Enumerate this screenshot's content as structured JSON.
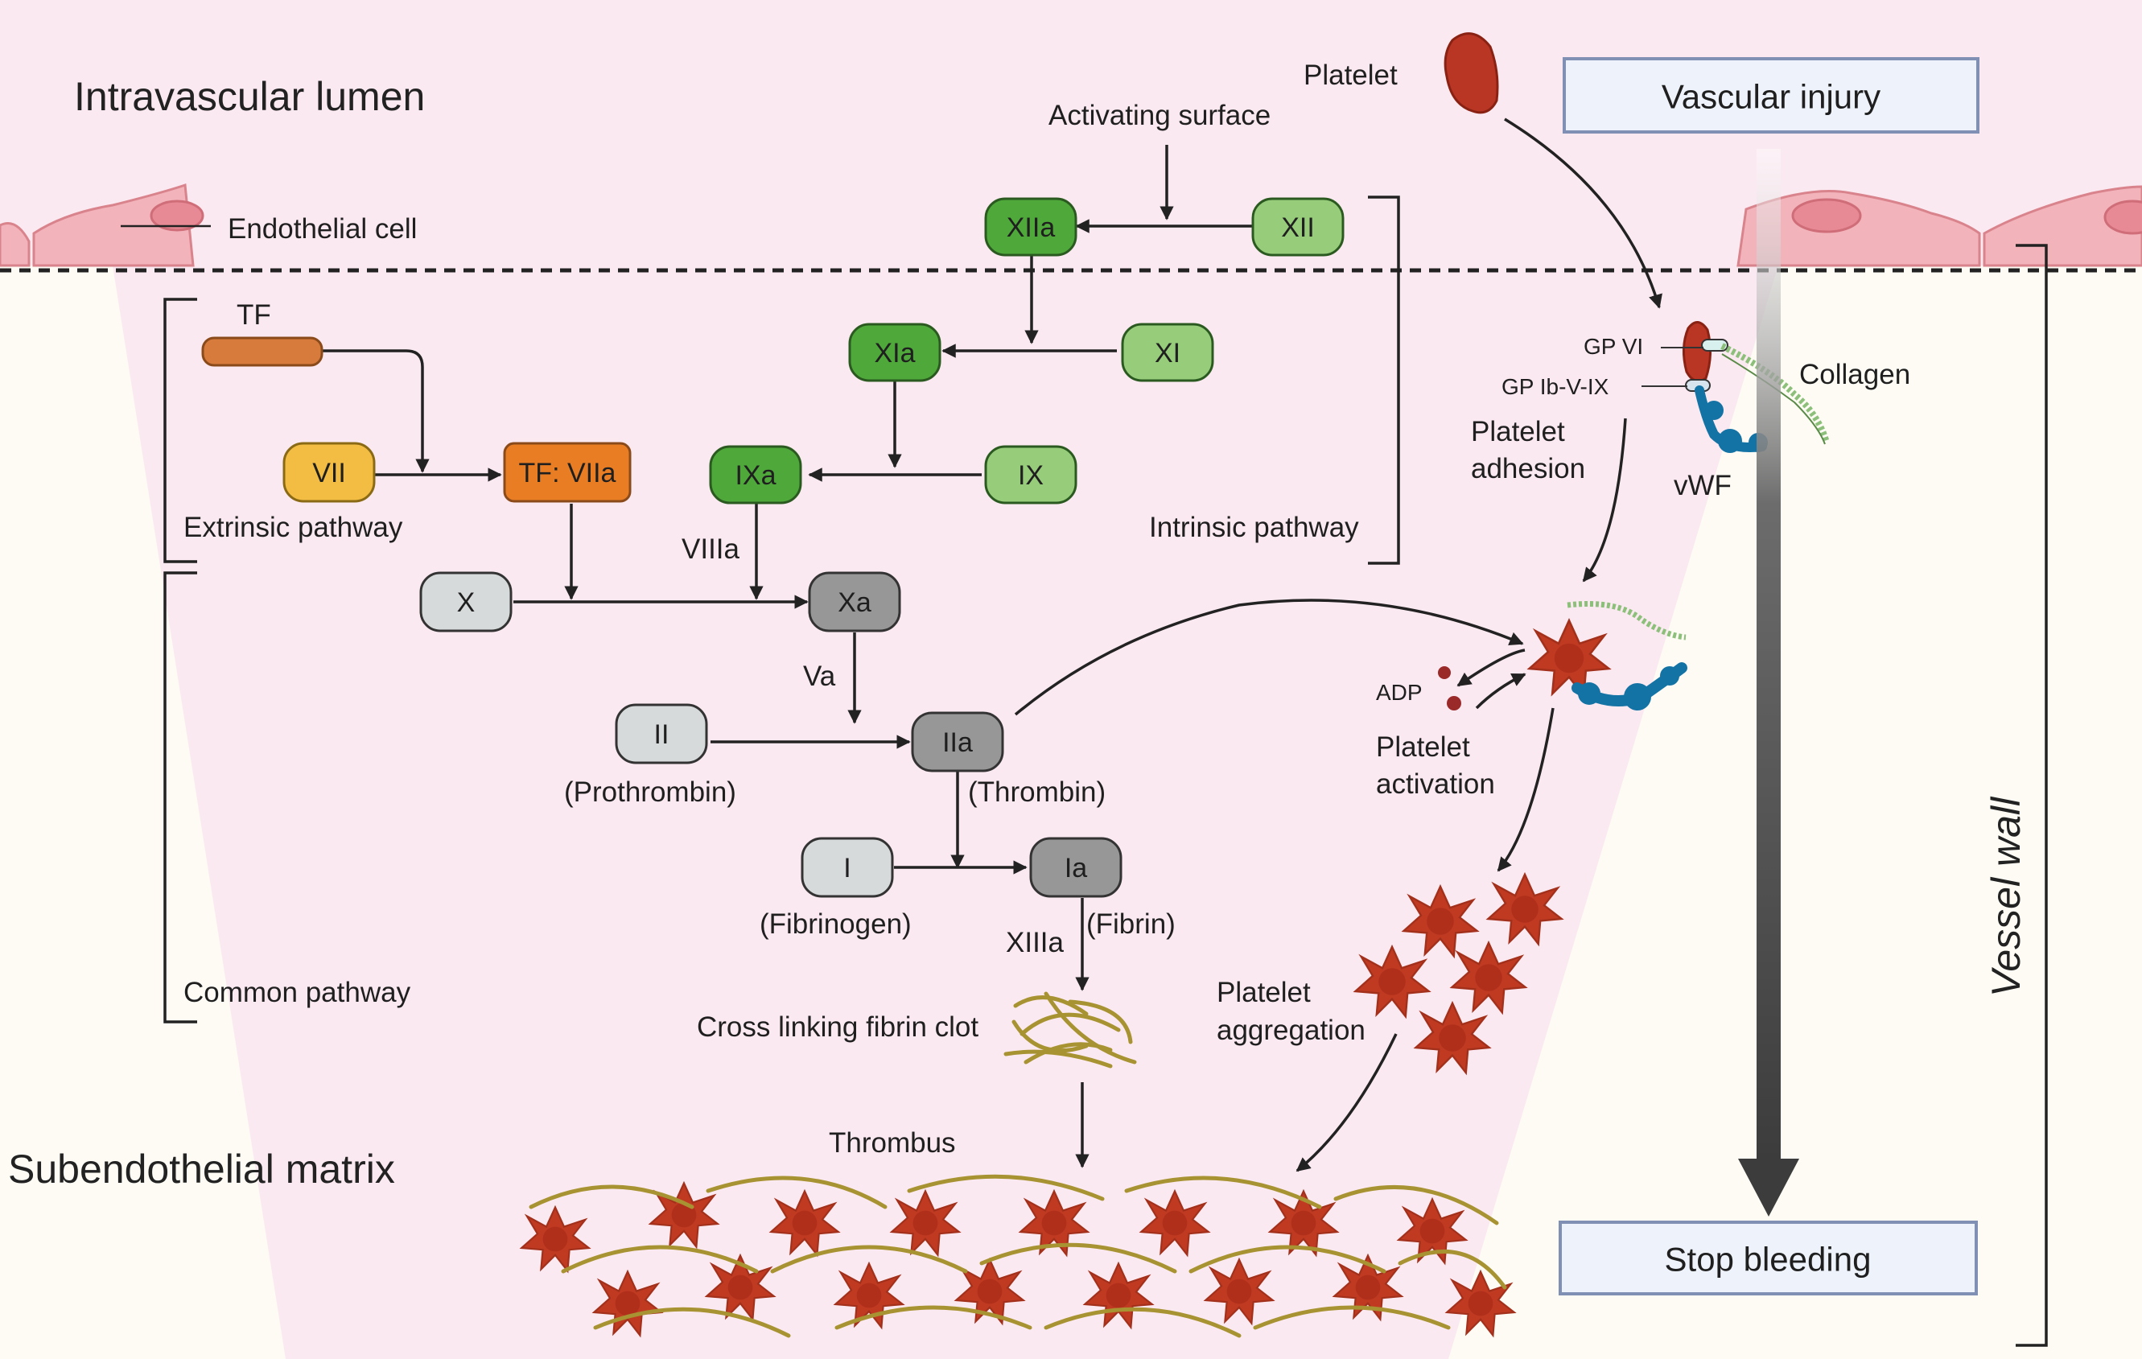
{
  "regions": {
    "lumen": "Intravascular lumen",
    "matrix": "Subendothelial matrix",
    "vessel_wall": "Vessel wall"
  },
  "labels": {
    "endothelial_cell": "Endothelial cell",
    "activating_surface": "Activating surface",
    "platelet": "Platelet",
    "extrinsic_pathway": "Extrinsic pathway",
    "intrinsic_pathway": "Intrinsic pathway",
    "common_pathway": "Common pathway",
    "tf": "TF",
    "viiia": "VIIIa",
    "va": "Va",
    "xiiia": "XIIIa",
    "prothrombin": "(Prothrombin)",
    "thrombin": "(Thrombin)",
    "fibrinogen": "(Fibrinogen)",
    "fibrin": "(Fibrin)",
    "cross_linking": "Cross linking fibrin clot",
    "thrombus": "Thrombus",
    "gp_vi": "GP VI",
    "gp_ib": "GP Ib-V-IX",
    "collagen": "Collagen",
    "vwf": "vWF",
    "platelet_adhesion_1": "Platelet",
    "platelet_adhesion_2": "adhesion",
    "adp": "ADP",
    "platelet_activation_1": "Platelet",
    "platelet_activation_2": "activation",
    "platelet_aggregation_1": "Platelet",
    "platelet_aggregation_2": "aggregation"
  },
  "boxes": {
    "vascular_injury": "Vascular injury",
    "stop_bleeding": "Stop bleeding"
  },
  "factors": {
    "xiia": "XIIa",
    "xii": "XII",
    "xia": "XIa",
    "xi": "XI",
    "ixa": "IXa",
    "ix": "IX",
    "vii": "VII",
    "tf_viia": "TF: VIIa",
    "x": "X",
    "xa": "Xa",
    "ii": "II",
    "iia": "IIa",
    "i": "I",
    "ia": "Ia"
  },
  "colors": {
    "lumen_pink": "#fbe9f1",
    "green_dark": "#4ea83a",
    "green_light": "#96cc7a",
    "orange": "#e87d24",
    "tf_orange": "#d77b3c",
    "yellow": "#f3bd44",
    "gray_dark": "#979797",
    "gray_light": "#d7dadb",
    "platelet_red": "#c03a22",
    "fibrin_olive": "#a89332",
    "vwf_blue": "#1473a5",
    "box_fill": "#eef3fb",
    "box_border": "#8090b4"
  }
}
